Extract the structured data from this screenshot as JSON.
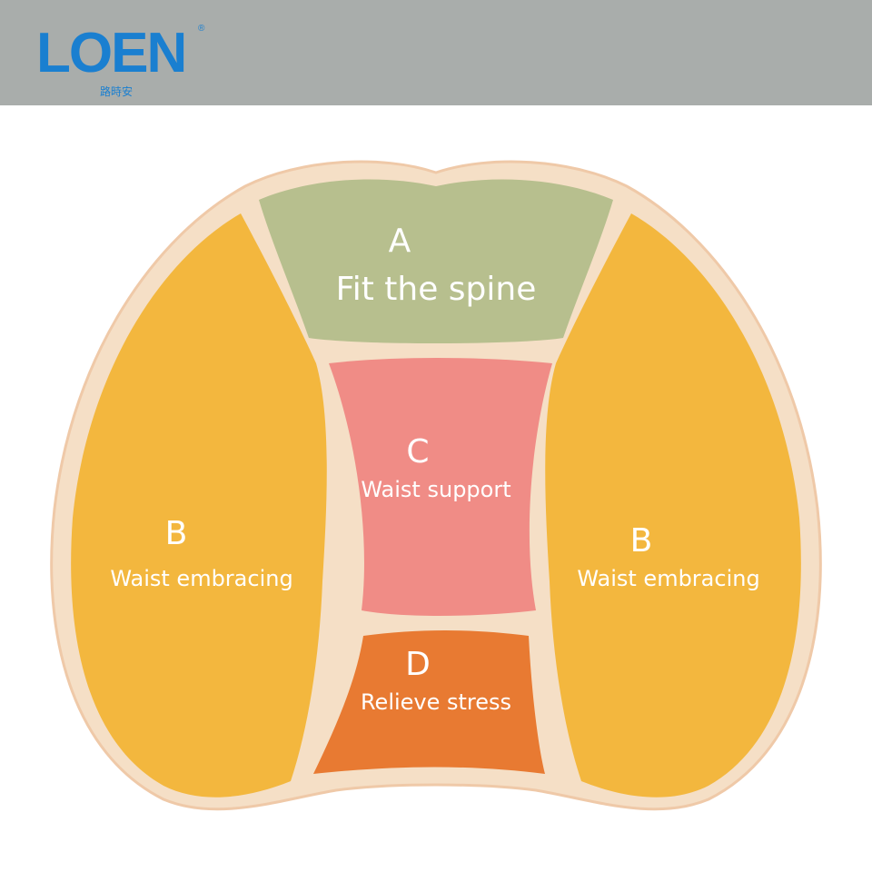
{
  "brand": {
    "name": "LOEN",
    "registered": "®",
    "subtitle": "路時安",
    "color": "#1a7fd0"
  },
  "zones": {
    "a": {
      "letter": "A",
      "text": "Fit the spine",
      "color": "#b7bf8e"
    },
    "b_left": {
      "letter": "B",
      "text": "Waist embracing",
      "color": "#f3b73e"
    },
    "b_right": {
      "letter": "B",
      "text": "Waist embracing",
      "color": "#f3b73e"
    },
    "c": {
      "letter": "C",
      "text": "Waist support",
      "color": "#f08c86"
    },
    "d": {
      "letter": "D",
      "text": "Relieve stress",
      "color": "#e87a32"
    }
  }
}
